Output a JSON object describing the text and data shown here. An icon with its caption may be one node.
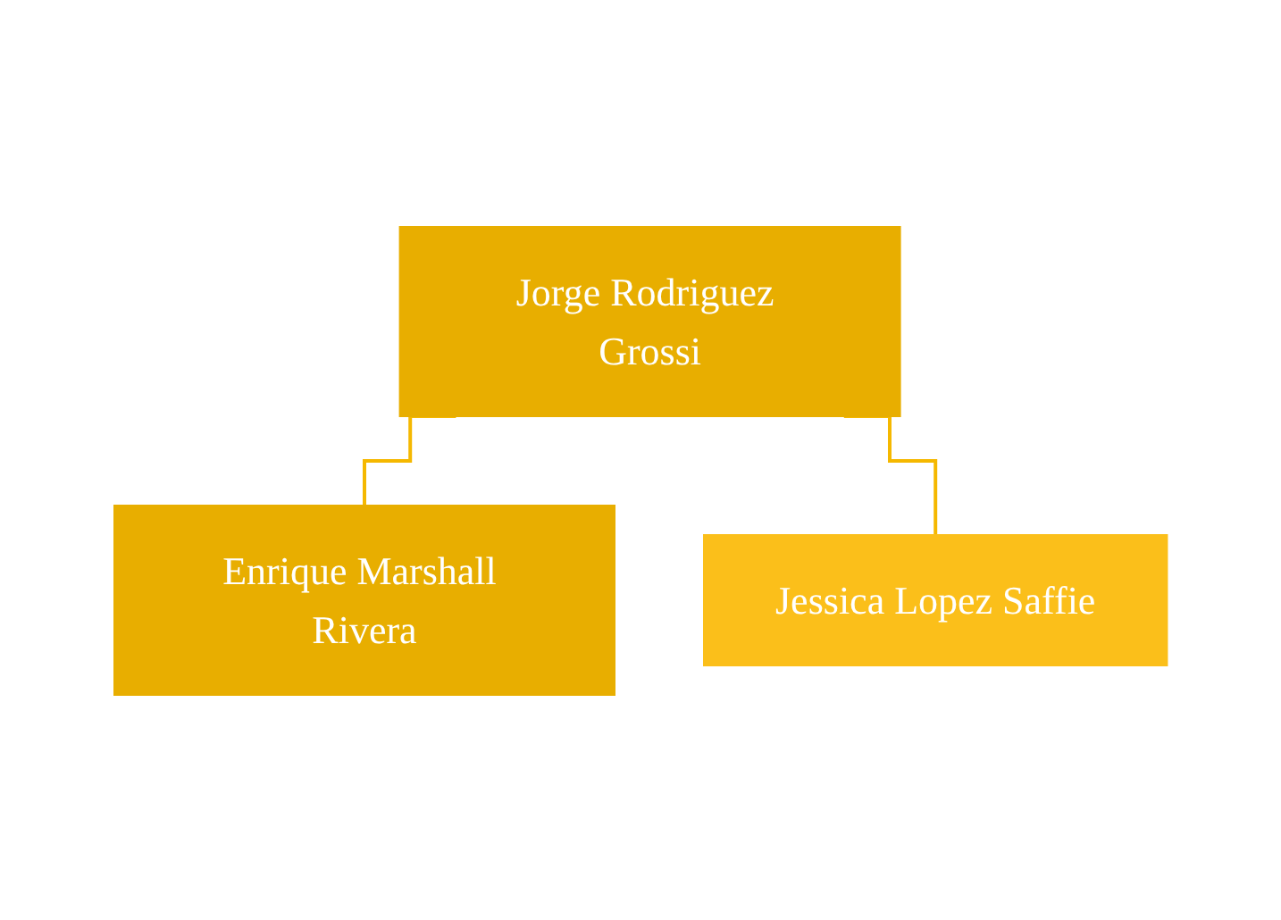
{
  "diagram": {
    "nodes": [
      {
        "text": [
          "Jorge Rodriguez Grossi"
        ]
      },
      {
        "text": [
          "Enrique Marshall Rivera"
        ]
      },
      {
        "text": [
          "Jessica Lopez Saffie"
        ]
      }
    ],
    "edges": [
      {
        "from": 0,
        "to": 1,
        "arrow": "none"
      },
      {
        "from": 0,
        "to": 2,
        "arrow": "none"
      }
    ]
  }
}
